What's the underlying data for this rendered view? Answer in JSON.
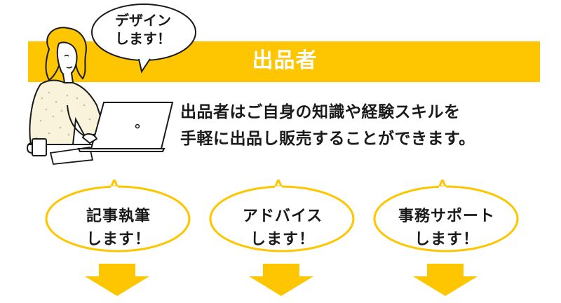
{
  "header": {
    "title": "出品者",
    "banner_color": "#FDC600"
  },
  "speech_bubble": {
    "line1": "デザイン",
    "line2": "します！"
  },
  "description": {
    "line1": "出品者はご自身の知識や経験スキルを",
    "line2": "手軽に出品し販売することができます。"
  },
  "services": [
    {
      "line1": "記事執筆",
      "line2": "します！"
    },
    {
      "line1": "アドバイス",
      "line2": "します！"
    },
    {
      "line1": "事務サポート",
      "line2": "します！"
    }
  ],
  "colors": {
    "accent": "#FDC600",
    "arrow": "#FDC600",
    "text": "#1a1a1a"
  }
}
